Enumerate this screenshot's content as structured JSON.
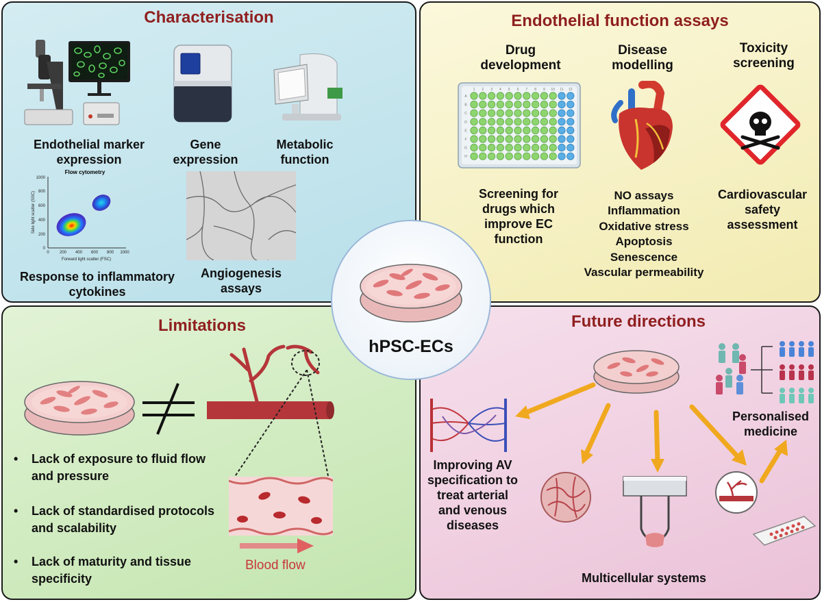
{
  "center": {
    "label": "hPSC-ECs"
  },
  "characterisation": {
    "title": "Characterisation",
    "items": {
      "marker": "Endothelial marker expression",
      "gene": "Gene expression",
      "metabolic": "Metabolic function",
      "cytokines": "Response to inflammatory cytokines",
      "angiogenesis": "Angiogenesis assays"
    },
    "flow_plot": {
      "title": "Flow cytometry",
      "xlabel": "Forward light scatter (FSC)",
      "ylabel": "Side light scatter (SSC)",
      "ticks": [
        "0",
        "200",
        "400",
        "600",
        "800",
        "1000"
      ]
    }
  },
  "endothelial": {
    "title": "Endothelial function assays",
    "columns": {
      "drug": {
        "title": "Drug development",
        "desc": "Screening for drugs which improve EC function"
      },
      "disease": {
        "title": "Disease modelling",
        "desc": [
          "NO assays",
          "Inflammation",
          "Oxidative stress",
          "Apoptosis",
          "Senescence",
          "Vascular permeability"
        ]
      },
      "toxicity": {
        "title": "Toxicity screening",
        "desc": "Cardiovascular safety assessment"
      }
    },
    "plate": {
      "cols": [
        "1",
        "2",
        "3",
        "4",
        "5",
        "6",
        "7",
        "8",
        "9",
        "10",
        "11",
        "12"
      ],
      "rows": [
        "A",
        "B",
        "C",
        "D",
        "E",
        "F",
        "G",
        "H"
      ]
    }
  },
  "limitations": {
    "title": "Limitations",
    "bullets": [
      "Lack of exposure to fluid flow and pressure",
      "Lack of standardised protocols and scalability",
      "Lack of maturity and tissue specificity"
    ],
    "blood_flow": "Blood flow"
  },
  "future": {
    "title": "Future directions",
    "av": "Improving AV specification to treat arterial and venous diseases",
    "personalised": "Personalised medicine",
    "multicellular": "Multicellular systems"
  },
  "colors": {
    "title": "#8f1f1f",
    "dish_cells": "#e0787a",
    "arrow": "#f0a81e",
    "vessel": "#b5363a",
    "blood_flow": "#c8373a"
  }
}
